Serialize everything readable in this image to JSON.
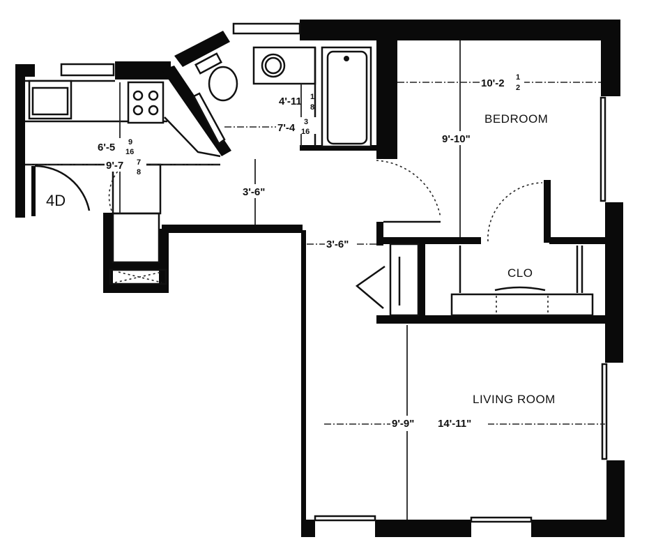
{
  "plan": {
    "unit_label": "4D",
    "rooms": {
      "bedroom": "BEDROOM",
      "closet": "CLO",
      "living_room": "LIVING ROOM"
    },
    "dimensions": {
      "kitchen_width": "6'-5",
      "kitchen_width_frac_num": "9",
      "kitchen_width_frac_den": "16",
      "kitchen_length": "9'-7",
      "kitchen_length_frac_num": "7",
      "kitchen_length_frac_den": "8",
      "bath_width": "4'-11",
      "bath_width_frac_num": "1",
      "bath_width_frac_den": "8",
      "bath_length": "7'-4",
      "bath_length_frac_num": "3",
      "bath_length_frac_den": "16",
      "hall_depth": "3'-6\"",
      "hall_width": "3'-6\"",
      "bedroom_width": "10'-2",
      "bedroom_width_frac_num": "1",
      "bedroom_width_frac_den": "2",
      "bedroom_depth": "9'-10\"",
      "living_depth": "9'-9\"",
      "living_width": "14'-11\""
    },
    "colors": {
      "wall": "#0a0a0a",
      "background": "#ffffff"
    }
  }
}
